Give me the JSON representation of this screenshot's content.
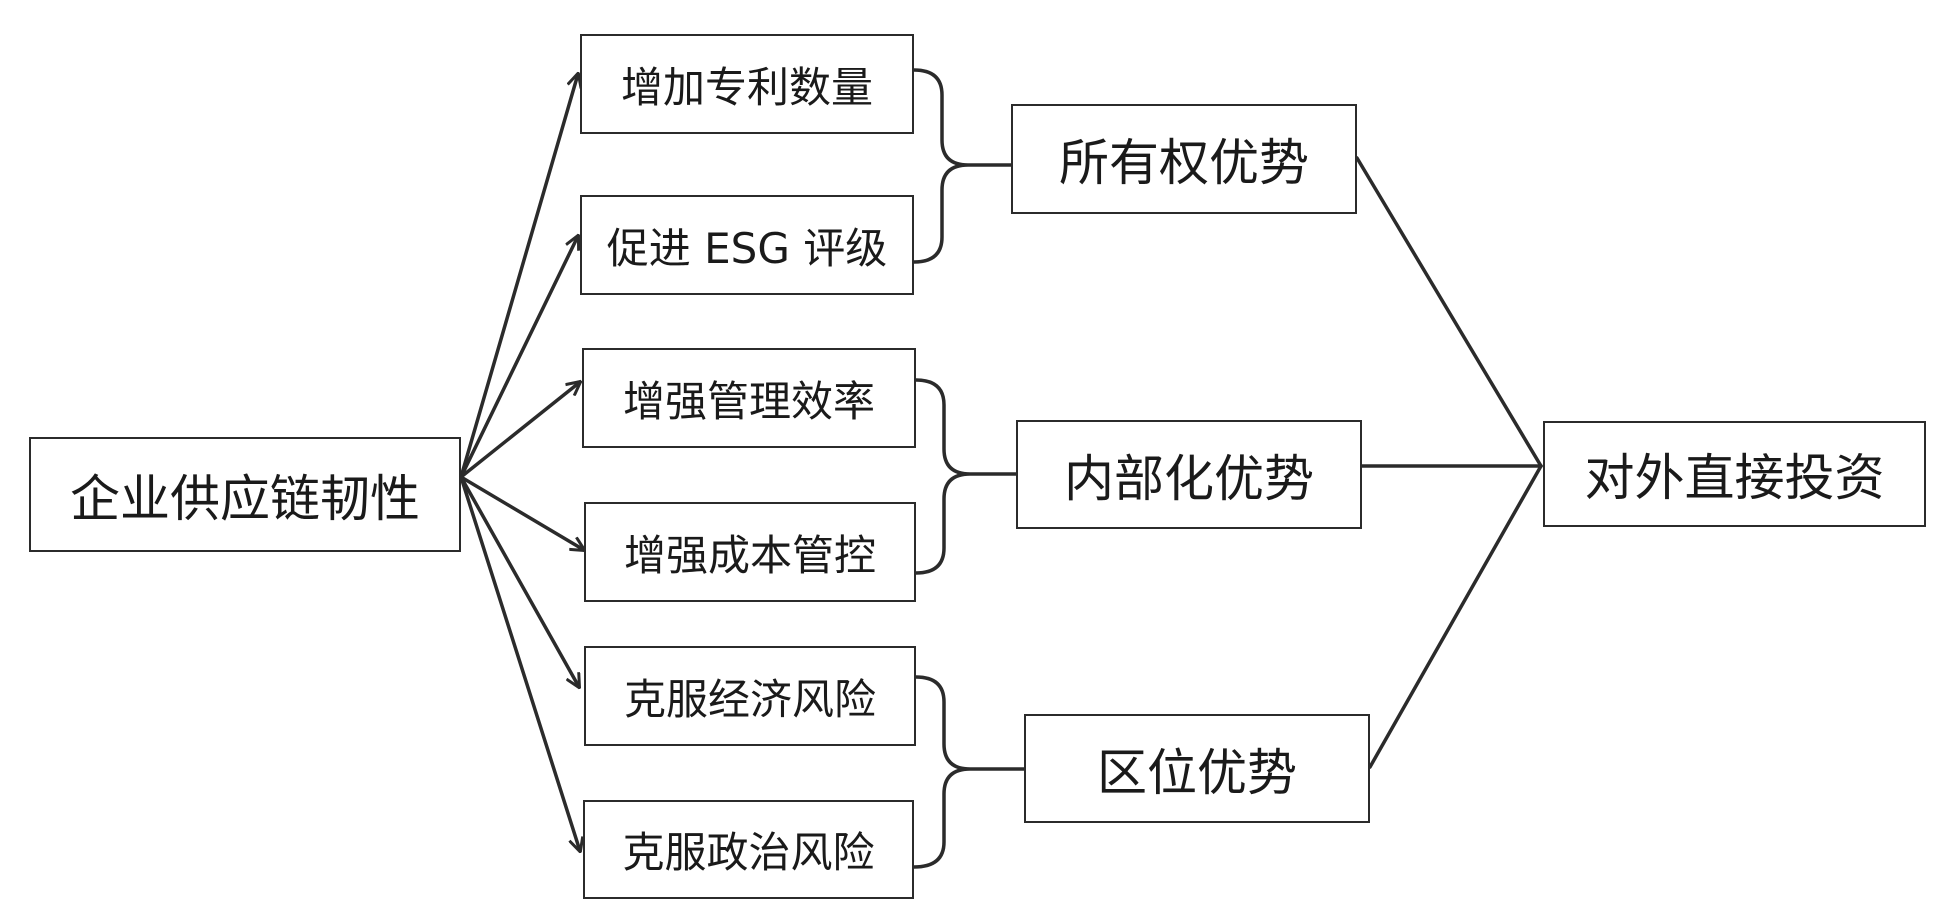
{
  "source": "企业供应链韧性",
  "mechanisms": [
    "增加专利数量",
    "促进 ESG 评级",
    "增强管理效率",
    "增强成本管控",
    "克服经济风险",
    "克服政治风险"
  ],
  "advantages": [
    "所有权优势",
    "内部化优势",
    "区位优势"
  ],
  "target": "对外直接投资"
}
